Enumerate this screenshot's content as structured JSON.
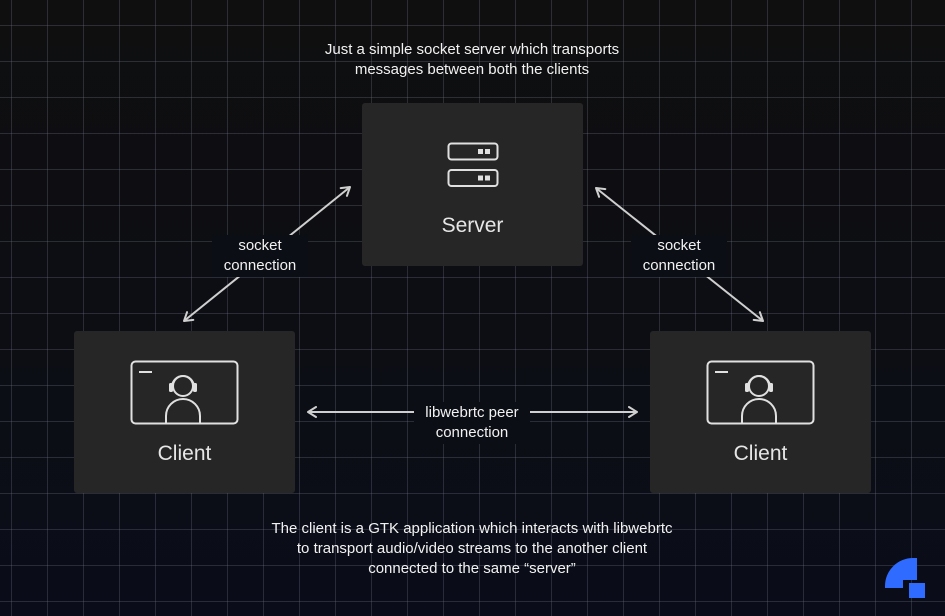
{
  "diagram": {
    "server_note": "Just a simple socket server which transports\nmessages between both the clients",
    "client_note": "The client is a GTK application which interacts with libwebrtc\nto transport audio/video streams to the another client\nconnected to the same “server”",
    "nodes": {
      "server": {
        "label": "Server",
        "icon": "server-icon"
      },
      "client_left": {
        "label": "Client",
        "icon": "user-headset-window-icon"
      },
      "client_right": {
        "label": "Client",
        "icon": "user-headset-window-icon"
      }
    },
    "edges": {
      "left_socket": {
        "label": "socket\nconnection",
        "from": "client_left",
        "to": "server",
        "bidirectional": true
      },
      "right_socket": {
        "label": "socket\nconnection",
        "from": "client_right",
        "to": "server",
        "bidirectional": true
      },
      "peer": {
        "label": "libwebrtc peer\nconnection",
        "from": "client_left",
        "to": "client_right",
        "bidirectional": true
      }
    },
    "logo": {
      "icon": "brand-logo-icon",
      "color": "#2f6bff"
    },
    "colors": {
      "node_bg": "#262626",
      "text": "#f2f2f2",
      "arrow": "#cfcfcf"
    }
  }
}
